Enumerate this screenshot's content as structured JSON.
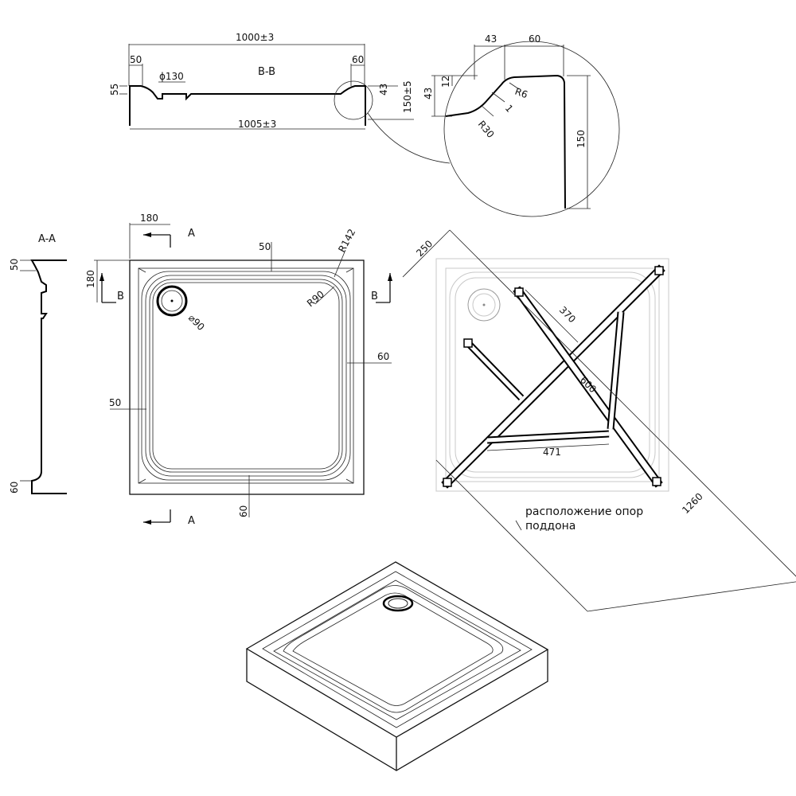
{
  "bb_section": {
    "title": "B-B",
    "width_top": "1000±3",
    "width_bottom": "1005±3",
    "left_rim": "50",
    "left_height": "55",
    "drain": "ϕ130",
    "right_rim": "60",
    "right_step": "43",
    "height": "150±5"
  },
  "detail": {
    "top_a": "43",
    "top_b": "60",
    "left_a": "43",
    "left_b": "12",
    "r6": "R6",
    "r30": "R30",
    "one": "1",
    "height": "150"
  },
  "aa_section": {
    "title": "A-A",
    "top_dim": "50",
    "bottom_dim": "60"
  },
  "plan": {
    "dim_180_top": "180",
    "dim_180_left": "180",
    "dim_50_top": "50",
    "dim_50_left": "50",
    "dim_60_right": "60",
    "dim_60_bottom": "60",
    "r142": "R142",
    "r90": "R90",
    "drain_diam": "⌀90",
    "cut_a": "A",
    "cut_b": "B"
  },
  "supports": {
    "dim_250": "250",
    "dim_370": "370",
    "dim_600": "600",
    "dim_471": "471",
    "dim_1260": "1260",
    "note_line1": "расположение опор",
    "note_line2": "поддона"
  }
}
